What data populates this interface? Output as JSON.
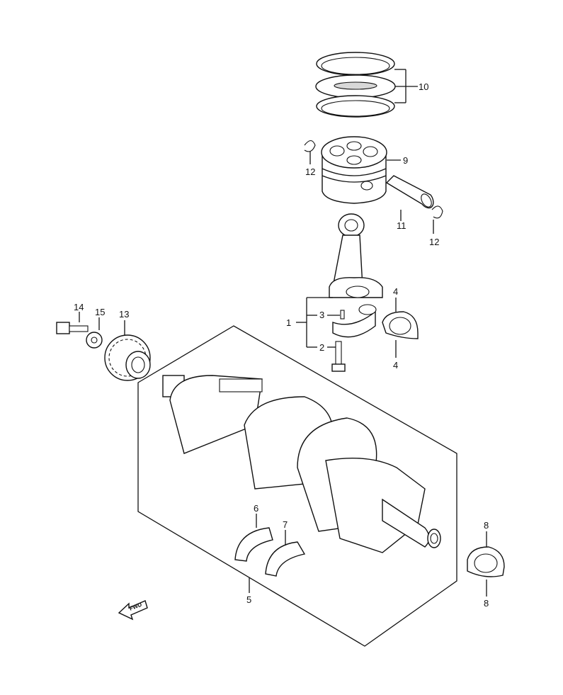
{
  "labels": {
    "l1": "1",
    "l2": "2",
    "l3": "3",
    "l4a": "4",
    "l4b": "4",
    "l5": "5",
    "l6": "6",
    "l7": "7",
    "l8a": "8",
    "l8b": "8",
    "l9": "9",
    "l10": "10",
    "l11": "11",
    "l12a": "12",
    "l12b": "12",
    "l13": "13",
    "l14": "14",
    "l15": "15"
  },
  "fwd_text": "FWD"
}
